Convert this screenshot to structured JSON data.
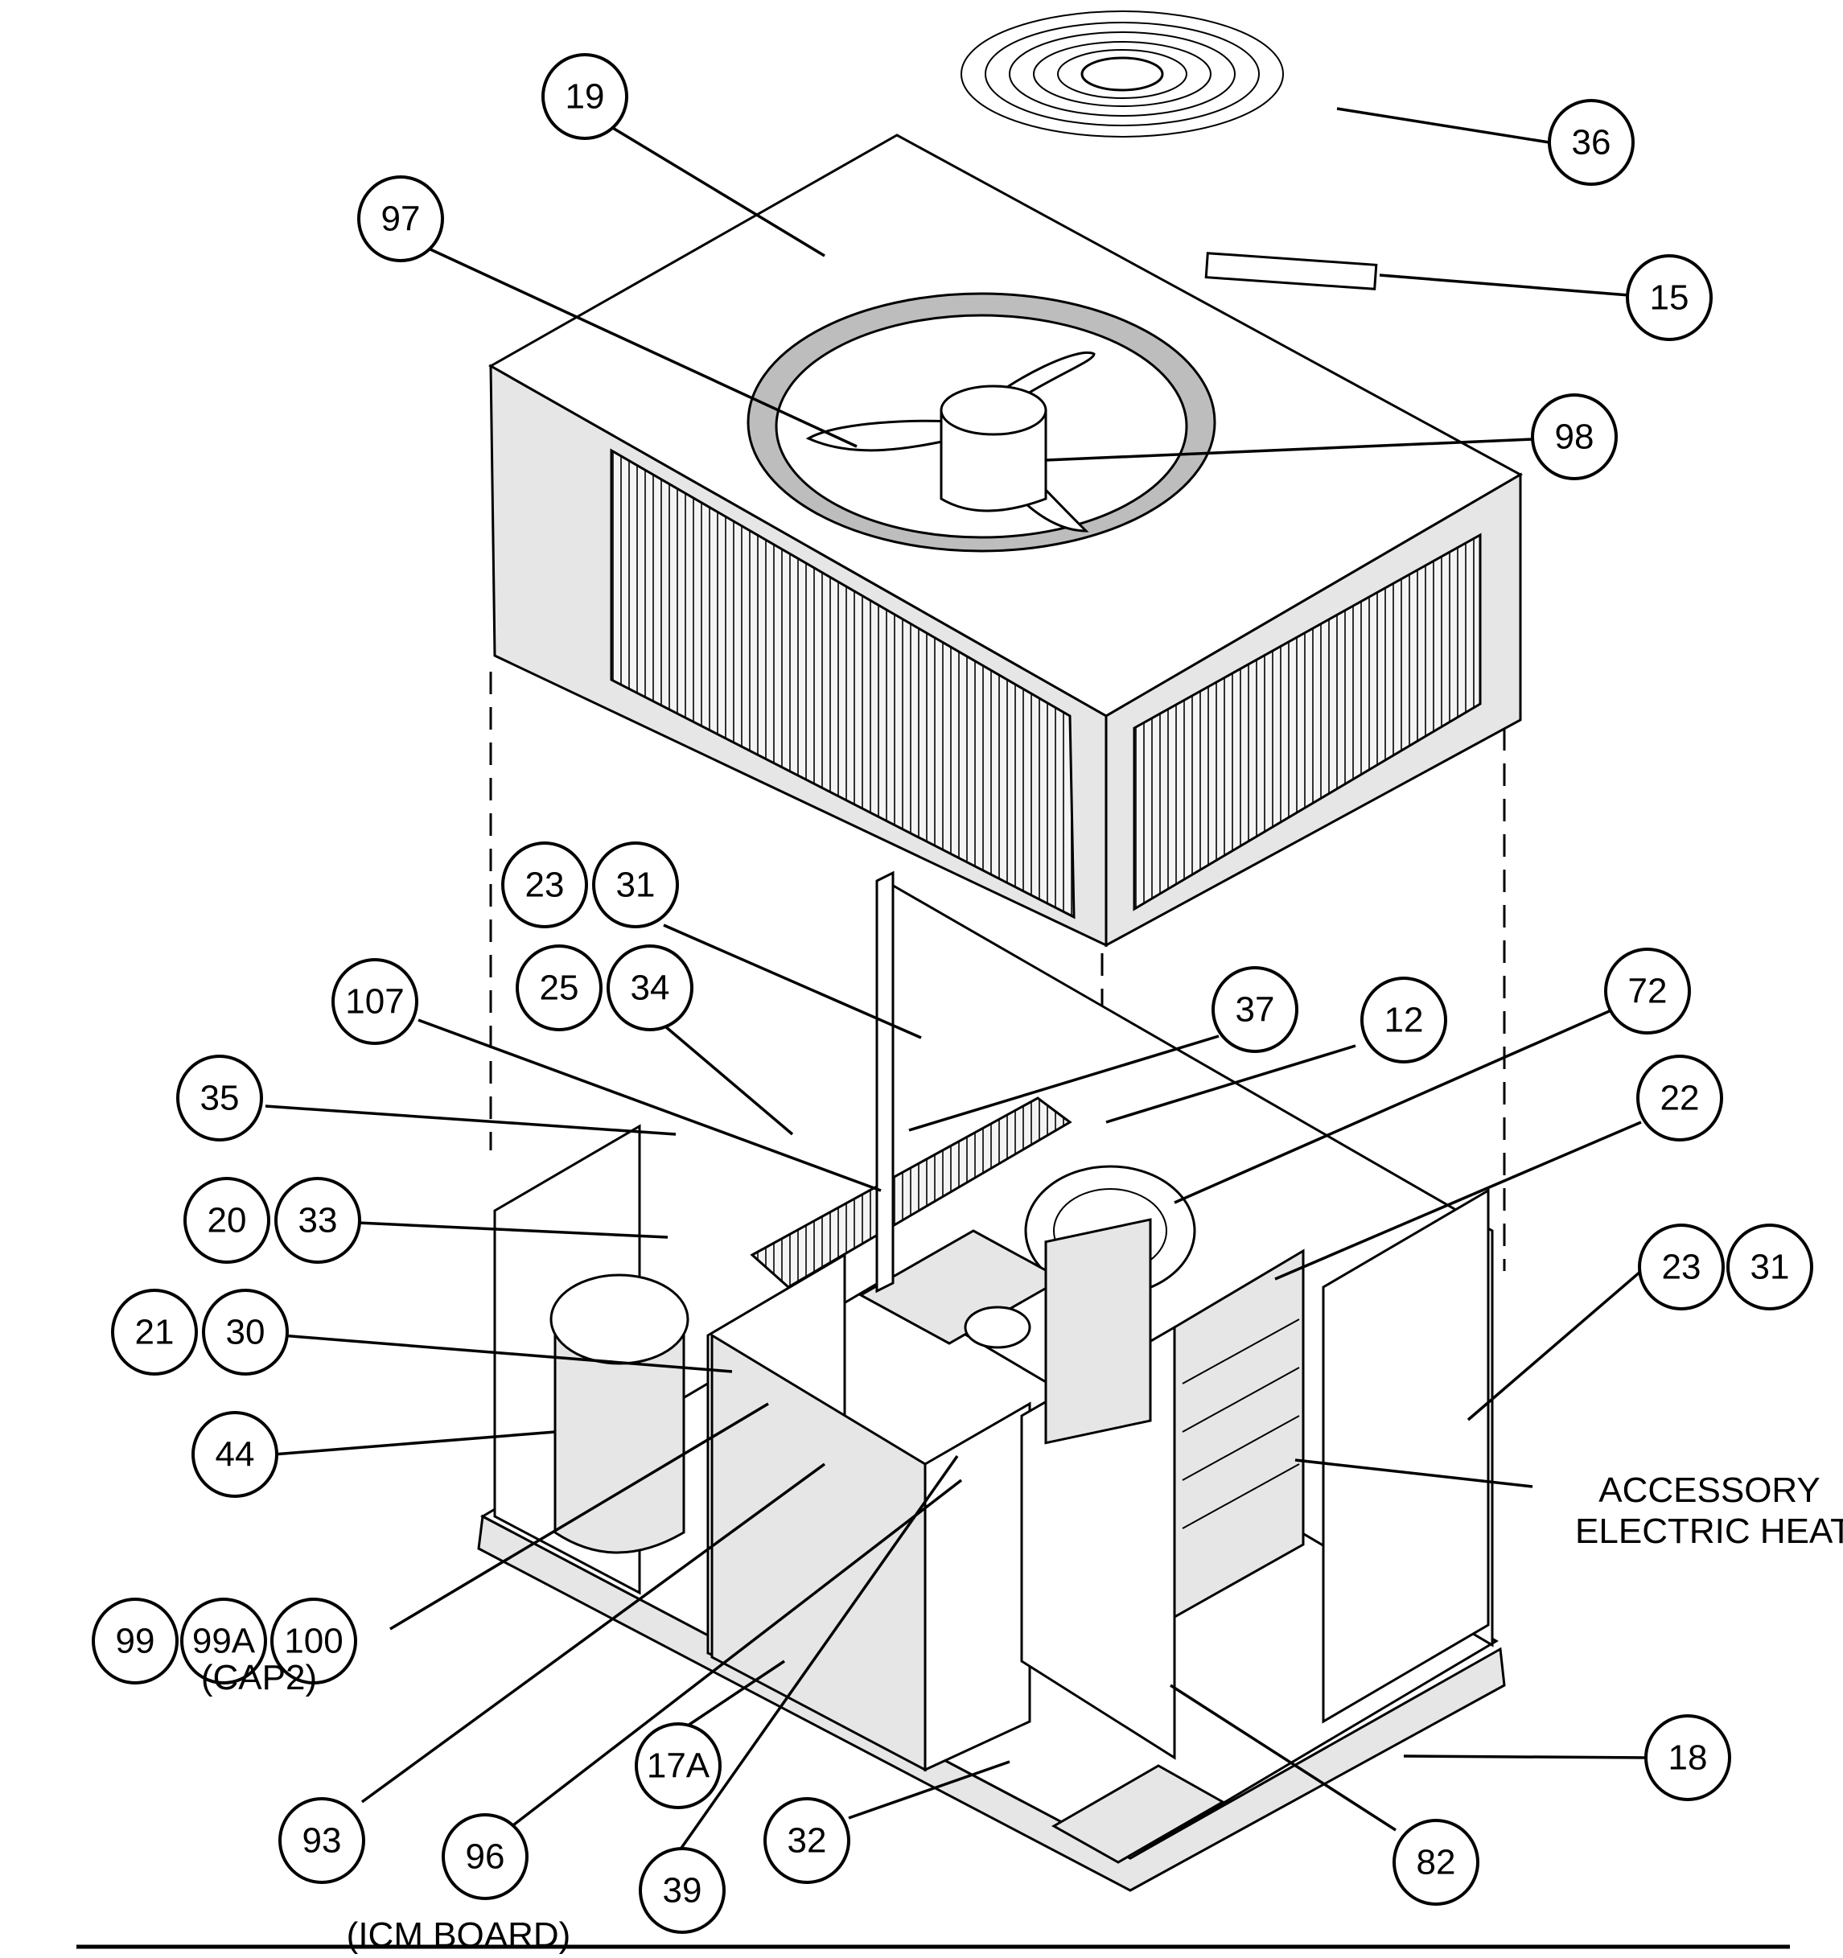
{
  "callouts": [
    {
      "id": "c19",
      "label": "19"
    },
    {
      "id": "c36",
      "label": "36"
    },
    {
      "id": "c97",
      "label": "97"
    },
    {
      "id": "c15",
      "label": "15"
    },
    {
      "id": "c98",
      "label": "98"
    },
    {
      "id": "c23a",
      "label": "23"
    },
    {
      "id": "c31a",
      "label": "31"
    },
    {
      "id": "c25",
      "label": "25"
    },
    {
      "id": "c34",
      "label": "34"
    },
    {
      "id": "c107",
      "label": "107"
    },
    {
      "id": "c37",
      "label": "37"
    },
    {
      "id": "c12",
      "label": "12"
    },
    {
      "id": "c72",
      "label": "72"
    },
    {
      "id": "c35",
      "label": "35"
    },
    {
      "id": "c22",
      "label": "22"
    },
    {
      "id": "c20",
      "label": "20"
    },
    {
      "id": "c33",
      "label": "33"
    },
    {
      "id": "c23b",
      "label": "23"
    },
    {
      "id": "c31b",
      "label": "31"
    },
    {
      "id": "c21",
      "label": "21"
    },
    {
      "id": "c30",
      "label": "30"
    },
    {
      "id": "c44",
      "label": "44"
    },
    {
      "id": "c99",
      "label": "99"
    },
    {
      "id": "c99a",
      "label": "99A"
    },
    {
      "id": "c100",
      "label": "100"
    },
    {
      "id": "c18",
      "label": "18"
    },
    {
      "id": "c17a",
      "label": "17A"
    },
    {
      "id": "c93",
      "label": "93"
    },
    {
      "id": "c96",
      "label": "96"
    },
    {
      "id": "c32",
      "label": "32"
    },
    {
      "id": "c82",
      "label": "82"
    },
    {
      "id": "c39",
      "label": "39"
    }
  ],
  "notes": {
    "accessory_line1": "ACCESSORY",
    "accessory_line2": "ELECTRIC HEAT",
    "cap2": "(CAP2)",
    "icm_board": "(ICM BOARD)"
  },
  "colors": {
    "line": "#000000",
    "background": "#ffffff",
    "panel_shade": "#e6e6e6"
  }
}
